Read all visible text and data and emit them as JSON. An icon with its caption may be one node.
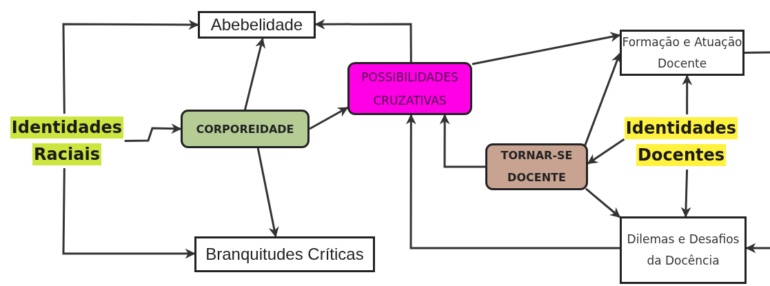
{
  "diagram": {
    "nodes": [
      {
        "text": [
          "Abebelidade"
        ]
      },
      {
        "text": [
          "Identidades Raciais"
        ]
      },
      {
        "text": [
          "CORPOREIDADE"
        ]
      },
      {
        "text": [
          "POSSIBILIDADES CRUZATIVAS"
        ]
      },
      {
        "text": [
          "Formação e Atuação Docente"
        ]
      },
      {
        "text": [
          "Identidades Docentes"
        ]
      },
      {
        "text": [
          "TORNAR-SE DOCENTE"
        ]
      },
      {
        "text": [
          "Branquitudes Críticas"
        ]
      },
      {
        "text": [
          "Dilemas e Desafios da Docência"
        ]
      }
    ],
    "edges": [
      {
        "from": 1,
        "to": 0,
        "arrow": "to"
      },
      {
        "from": 1,
        "to": 7,
        "arrow": "to"
      },
      {
        "from": 1,
        "to": 2,
        "arrow": "to"
      },
      {
        "from": 2,
        "to": 0,
        "arrow": "to"
      },
      {
        "from": 2,
        "to": 7,
        "arrow": "to"
      },
      {
        "from": 2,
        "to": 3,
        "arrow": "to"
      },
      {
        "from": 3,
        "to": 0,
        "arrow": "to"
      },
      {
        "from": 3,
        "to": 4,
        "arrow": "to"
      },
      {
        "from": 6,
        "to": 3,
        "arrow": "to"
      },
      {
        "from": 6,
        "to": 4,
        "arrow": "to"
      },
      {
        "from": 6,
        "to": 8,
        "arrow": "to"
      },
      {
        "from": 5,
        "to": 6,
        "arrow": "to"
      },
      {
        "from": 5,
        "to": 4,
        "arrow": "to"
      },
      {
        "from": 5,
        "to": 8,
        "arrow": "to"
      },
      {
        "from": 8,
        "to": 3,
        "arrow": "to"
      },
      {
        "from": 4,
        "to": null,
        "arrow": "none"
      },
      {
        "from": null,
        "to": 8,
        "arrow": "to"
      }
    ]
  }
}
